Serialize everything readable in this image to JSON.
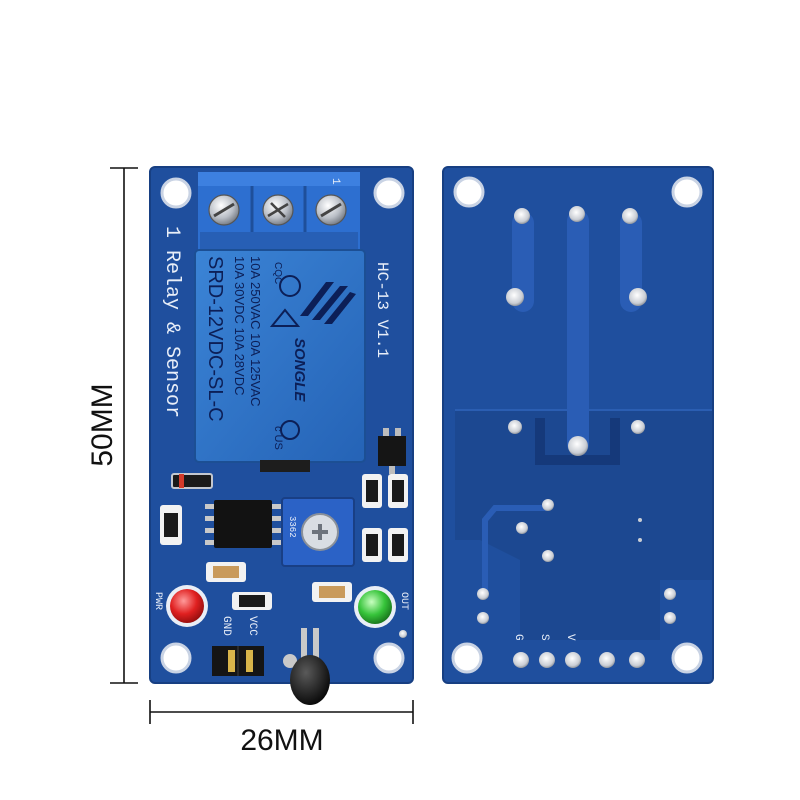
{
  "dimensions": {
    "height_label": "50MM",
    "width_label": "26MM"
  },
  "front_board": {
    "silkscreen_title": "1 Relay & Sensor",
    "model_label": "HC-13 V1.1",
    "pwr_label": "PWR",
    "out_label": "OUT",
    "gnd_label": "GND",
    "vcc_label": "VCC",
    "pot_label": "3362",
    "terminal_pin_label": "1",
    "relay": {
      "brand": "SONGLE",
      "model": "SRD-12VDC-SL-C",
      "rating_line_1": "10A 250VAC 10A 125VAC",
      "rating_line_2": "10A 30VDC 10A 28VDC",
      "cqc_mark": "CQC",
      "ul_mark": "c US"
    },
    "colors": {
      "pcb": "#1f4f9e",
      "relay": "#2f74c8",
      "terminal": "#2d6fd0",
      "led_red": "#e02020",
      "led_green": "#36c43a"
    }
  },
  "back_board": {
    "pin_labels": [
      "G",
      "S",
      "V"
    ]
  }
}
